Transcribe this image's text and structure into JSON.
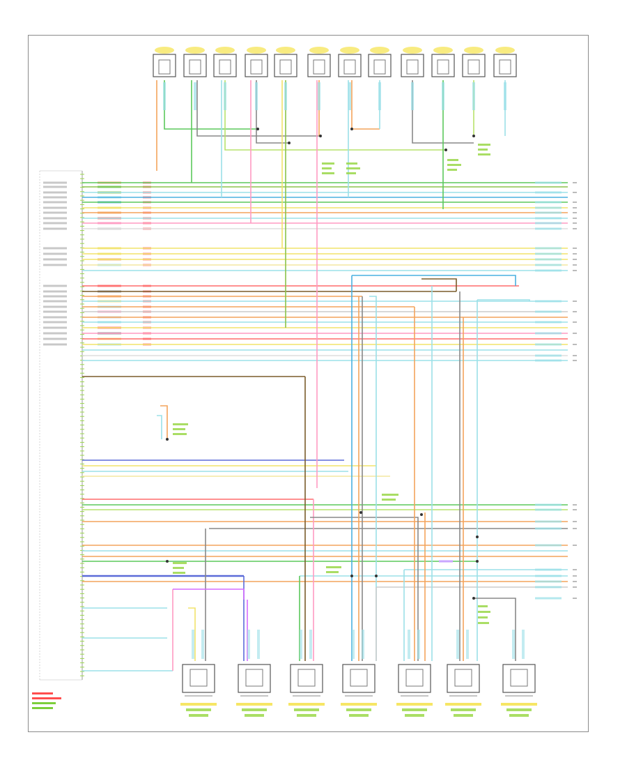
{
  "diagram": {
    "legend": [
      "",
      "",
      "",
      ""
    ],
    "footer_code": "",
    "colors": {
      "frame": "#8a8a8a",
      "component_outline": "#555555",
      "pin_label": "#bbbbbb",
      "callout_green": "#9bd84a",
      "callout_yellow": "#f5e24a",
      "legend_red": "#ff4d4d",
      "legend_green": "#7ccf3a",
      "legend_yellow": "#f1d43a"
    },
    "wire_colors": [
      "#9be0e8",
      "#5cc85c",
      "#8bc34a",
      "#f3a35c",
      "#f2e36a",
      "#ff6b6b",
      "#ff9ac2",
      "#4ab0e0",
      "#888888",
      "#7a5b2a",
      "#5b6bd8",
      "#d66bff",
      "#b7e36b",
      "#c9a6ff"
    ],
    "top_connectors": [
      {
        "id": "c1",
        "pin": ""
      },
      {
        "id": "c2",
        "pin": ""
      },
      {
        "id": "c3",
        "pin": ""
      },
      {
        "id": "c4",
        "pin": ""
      },
      {
        "id": "c5",
        "pin": ""
      },
      {
        "id": "c6",
        "pin": ""
      },
      {
        "id": "c7",
        "pin": ""
      },
      {
        "id": "c8",
        "pin": ""
      },
      {
        "id": "c9",
        "pin": ""
      },
      {
        "id": "c10",
        "pin": ""
      },
      {
        "id": "c11",
        "pin": ""
      },
      {
        "id": "c12",
        "pin": ""
      }
    ],
    "bottom_components": [
      {
        "id": "b1",
        "caption": ""
      },
      {
        "id": "b2",
        "caption": ""
      },
      {
        "id": "b3",
        "caption": ""
      },
      {
        "id": "b4",
        "caption": ""
      },
      {
        "id": "b5",
        "caption": ""
      },
      {
        "id": "b6",
        "caption": ""
      },
      {
        "id": "b7",
        "caption": ""
      }
    ],
    "left_module_pins": [
      {
        "label": "",
        "color": "#f3a35c"
      },
      {
        "label": "",
        "color": "#5cc85c"
      },
      {
        "label": "",
        "color": "#8bc34a"
      },
      {
        "label": "",
        "color": "#9be0e8"
      },
      {
        "label": "",
        "color": "#4ab0e0"
      },
      {
        "label": "",
        "color": "#f2e36a"
      },
      {
        "label": "",
        "color": "#f3a35c"
      },
      {
        "label": "",
        "color": "#ff6b6b"
      },
      {
        "label": "",
        "color": "#ff9ac2"
      },
      {
        "label": "",
        "color": "#cccccc"
      },
      {
        "label": "",
        "color": "#f2e36a"
      },
      {
        "label": "",
        "color": "#f2e36a"
      },
      {
        "label": "",
        "color": "#f3a35c"
      },
      {
        "label": "",
        "color": "#9be0e8"
      },
      {
        "label": "",
        "color": "#ff6b6b"
      },
      {
        "label": "",
        "color": "#888888"
      },
      {
        "label": "",
        "color": "#f3a35c"
      },
      {
        "label": "",
        "color": "#f2e36a"
      },
      {
        "label": "",
        "color": "#9be0e8"
      },
      {
        "label": "",
        "color": "#ff9ac2"
      },
      {
        "label": "",
        "color": "#cccccc"
      },
      {
        "label": "",
        "color": "#9be0e8"
      },
      {
        "label": "",
        "color": "#ff6b6b"
      },
      {
        "label": "",
        "color": "#888888"
      },
      {
        "label": "",
        "color": "#f2e36a"
      },
      {
        "label": "",
        "color": "#9be0e8"
      }
    ],
    "right_edge_terminals": 30
  }
}
